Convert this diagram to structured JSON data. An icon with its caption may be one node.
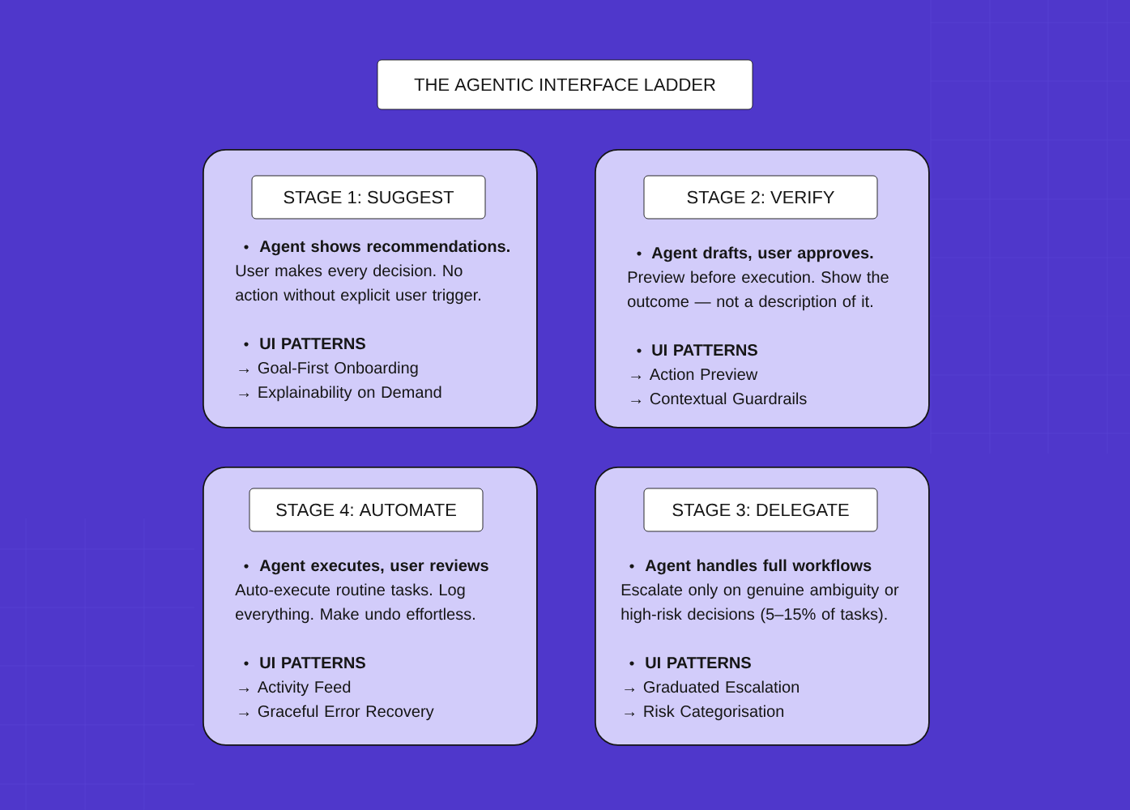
{
  "diagram": {
    "title": "THE AGENTIC INTERFACE LADDER",
    "nodes": [
      {
        "text": [
          "Agent shows recommendations.",
          "User makes every decision. No action without explicit user trigger.",
          "UI PATTERNS",
          "→ Goal-First Onboarding",
          "→ Explainability on Demand"
        ]
      },
      {
        "text": [
          "STAGE 1: SUGGEST"
        ],
        "in": 0
      },
      {
        "text": [
          "Agent drafts, user approves.",
          "Preview before execution. Show the outcome — not a description of it.",
          "UI PATTERNS",
          "→ Action Preview",
          "→ Contextual Guardrails"
        ]
      },
      {
        "text": [
          "STAGE 2: VERIFY"
        ],
        "in": 2
      },
      {
        "text": [
          "Agent executes, user reviews",
          "Auto-execute routine tasks. Log everything. Make undo effortless.",
          "UI PATTERNS",
          "→ Activity Feed",
          "→ Graceful Error Recovery"
        ]
      },
      {
        "text": [
          "STAGE 4: AUTOMATE"
        ],
        "in": 4
      },
      {
        "text": [
          "Agent handles full workflows",
          "Escalate only on genuine ambiguity or high-risk decisions (5–15% of tasks).",
          "UI PATTERNS",
          "→ Graduated Escalation",
          "→ Risk Categorisation"
        ]
      },
      {
        "text": [
          "STAGE 3: DELEGATE"
        ],
        "in": 6
      }
    ]
  }
}
